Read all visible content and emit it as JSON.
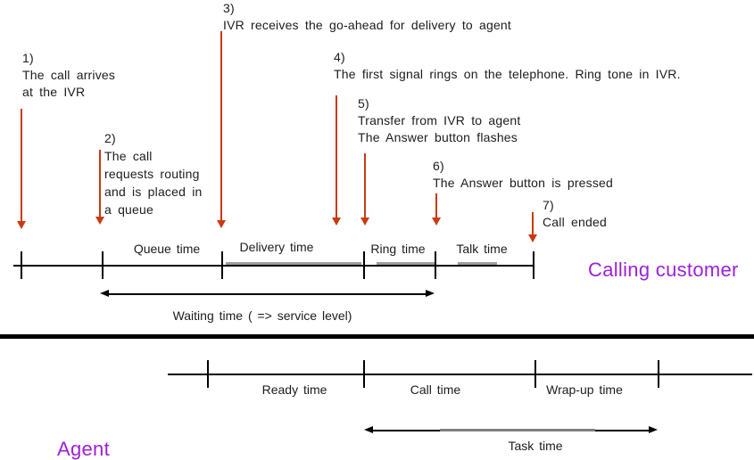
{
  "colors": {
    "arrow": "#C93A12",
    "role": "#9C21D9",
    "line": "#000000",
    "grey": "#9E9E9E"
  },
  "events": [
    {
      "num": "1)",
      "text": "The call arrives\nat the IVR"
    },
    {
      "num": "2)",
      "text": "The call\nrequests routing\nand is placed in\na queue"
    },
    {
      "num": "3)",
      "text": "IVR receives the go-ahead for delivery to agent"
    },
    {
      "num": "4)",
      "text": "The first signal rings on the telephone. Ring tone in IVR."
    },
    {
      "num": "5)",
      "text": "Transfer from IVR to agent\nThe Answer button flashes"
    },
    {
      "num": "6)",
      "text": "The Answer button is pressed"
    },
    {
      "num": "7)",
      "text": "Call ended"
    }
  ],
  "customer": {
    "segments": [
      "Queue time",
      "Delivery time",
      "Ring time",
      "Talk time"
    ],
    "waiting_label": "Waiting time ( => service level)",
    "role_label": "Calling customer"
  },
  "agent": {
    "segments": [
      "Ready time",
      "Call time",
      "Wrap-up time"
    ],
    "task_label": "Task time",
    "role_label": "Agent"
  }
}
